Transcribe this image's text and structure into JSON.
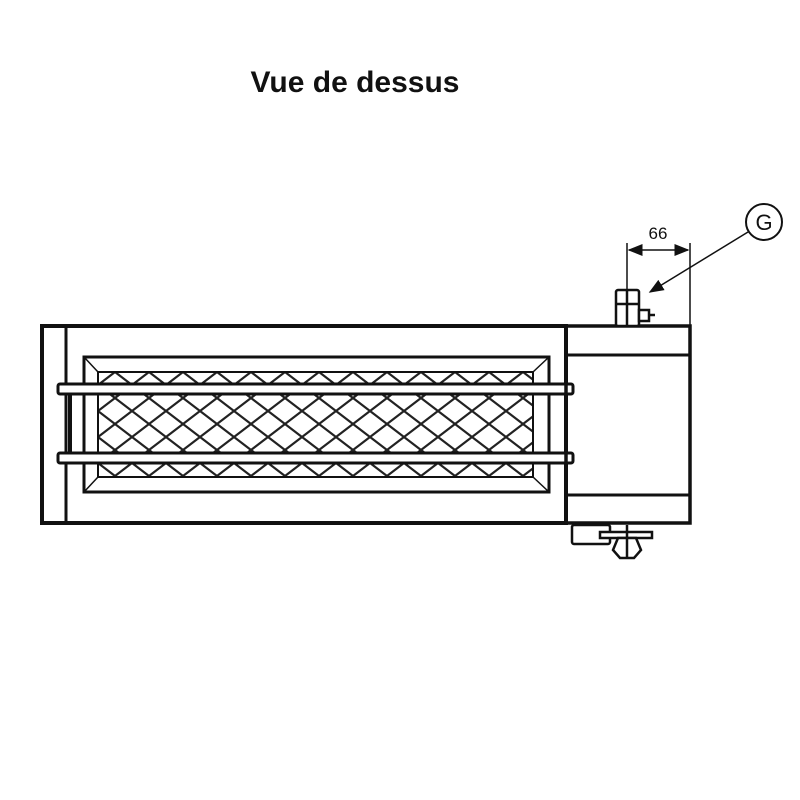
{
  "title": "Vue de dessus",
  "dimension": {
    "value": "66"
  },
  "callout": {
    "label": "G"
  },
  "colors": {
    "line": "#111111",
    "background": "#ffffff"
  }
}
